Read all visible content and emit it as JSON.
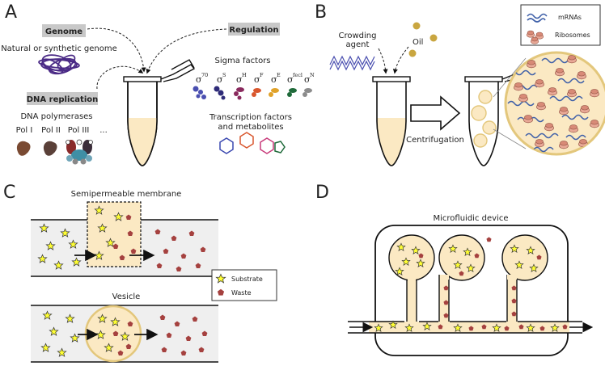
{
  "panels": {
    "a": "A",
    "b": "B",
    "c": "C",
    "d": "D"
  },
  "panel_a": {
    "genome_box": "Genome",
    "genome_caption": "Natural or synthetic genome",
    "regulation_box": "Regulation",
    "dna_replication_box": "DNA replication",
    "dna_polymerases": "DNA polymerases",
    "pol_labels": [
      "Pol I",
      "Pol II",
      "Pol III",
      "..."
    ],
    "sigma_title": "Sigma factors",
    "sigma_symbol": "σ",
    "sigma_sups": [
      "70",
      "S",
      "H",
      "F",
      "E",
      "fecl",
      "N"
    ],
    "tf_line1": "Transcription factors",
    "tf_line2": "and metabolites"
  },
  "panel_b": {
    "crowding_line1": "Crowding",
    "crowding_line2": "agent",
    "oil": "Oil",
    "centrifugation": "Centrifugation",
    "legend_mrnas": "mRNAs",
    "legend_ribosomes": "Ribosomes"
  },
  "panel_c": {
    "membrane_title": "Semipermeable membrane",
    "vesicle_title": "Vesicle",
    "legend_substrate": "Substrate",
    "legend_waste": "Waste"
  },
  "panel_d": {
    "device_title": "Microfluidic device"
  },
  "colors": {
    "cell_free": "#fbe9c3",
    "membrane_line": "#e3c77c",
    "star_fill": "#ffff33",
    "waste": "#a5413f",
    "channel_gray": "#efefef",
    "label_box": "#c8c8c8",
    "oil_droplet": "#c9a640",
    "mrna": "#3e5fa8",
    "ribosome": "#d88a77"
  }
}
